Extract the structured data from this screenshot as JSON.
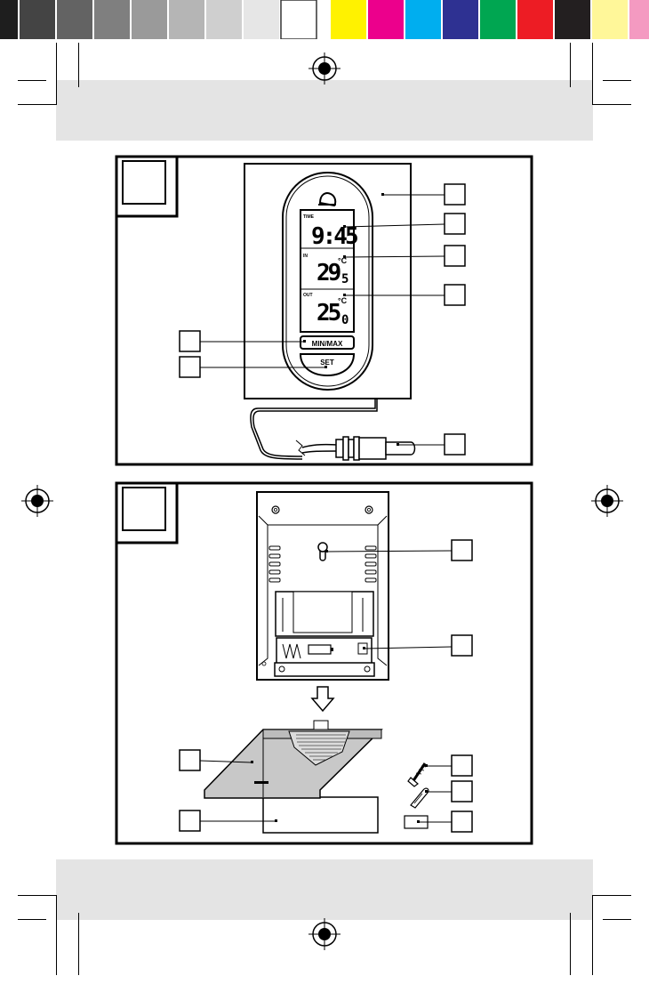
{
  "calibration_bar": {
    "gray_steps": [
      "#1e1e1e",
      "#444444",
      "#636363",
      "#7f7f7f",
      "#9a9a9a",
      "#b5b5b5",
      "#cfcfcf",
      "#e6e6e6",
      "#ffffff"
    ],
    "color_patches": [
      "#fff200",
      "#ec008c",
      "#00aeef",
      "#2e3192",
      "#00a651",
      "#ed1c24",
      "#231f20",
      "#fff799",
      "#f49ac1"
    ]
  },
  "figure1": {
    "display": {
      "time_label": "TIME",
      "time_value": "9:45",
      "in_label": "IN",
      "in_value": "29.5",
      "in_integer": "29",
      "in_decimal": "5",
      "in_unit": "°C",
      "out_label": "OUT",
      "out_value": "25.0",
      "out_integer": "25",
      "out_decimal": "0",
      "out_unit": "°C"
    },
    "buttons": {
      "minmax_label": "MIN/MAX",
      "set_label": "SET"
    }
  },
  "figure2": {
    "arrow": "down-arrow-icon"
  },
  "icons": [
    "registration-mark-icon",
    "alarm-bell-icon",
    "keyhole-icon",
    "battery-icon",
    "screw-icon",
    "wall-plug-icon"
  ]
}
